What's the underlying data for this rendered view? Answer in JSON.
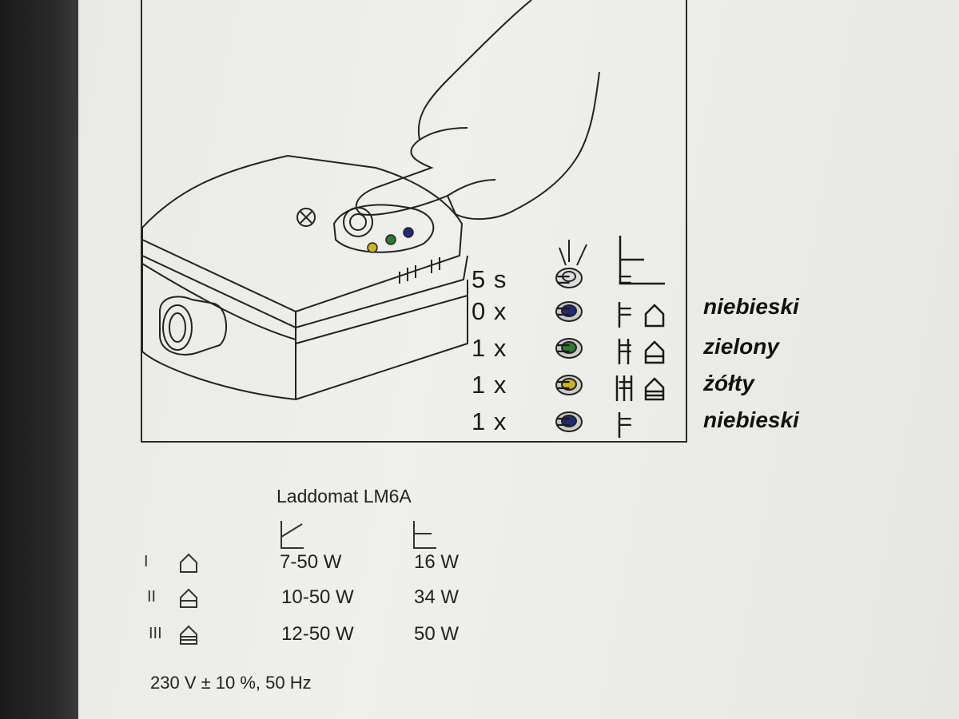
{
  "diagram": {
    "legend_rows": [
      {
        "lhs": "5 s",
        "led": "blink",
        "color_name": ""
      },
      {
        "lhs": "0 x",
        "led": "blue",
        "bars": 1,
        "color_name": "niebieski"
      },
      {
        "lhs": "1 x",
        "led": "green",
        "bars": 2,
        "color_name": "zielony"
      },
      {
        "lhs": "1 x",
        "led": "yellow",
        "bars": 3,
        "color_name": "żółty"
      },
      {
        "lhs": "1 x",
        "led": "blue",
        "bars": 1,
        "color_name": "niebieski"
      }
    ],
    "led_colors": {
      "blue": "#1f2a7a",
      "green": "#2e7a2e",
      "yellow": "#c9b52a"
    }
  },
  "table": {
    "model": "Laddomat LM6A",
    "rows": [
      {
        "speed": "I",
        "range": "7-50 W",
        "fixed": "16 W"
      },
      {
        "speed": "II",
        "range": "10-50 W",
        "fixed": "34 W"
      },
      {
        "speed": "III",
        "range": "12-50 W",
        "fixed": "50 W"
      }
    ]
  },
  "supply": "230 V ± 10 %, 50 Hz"
}
